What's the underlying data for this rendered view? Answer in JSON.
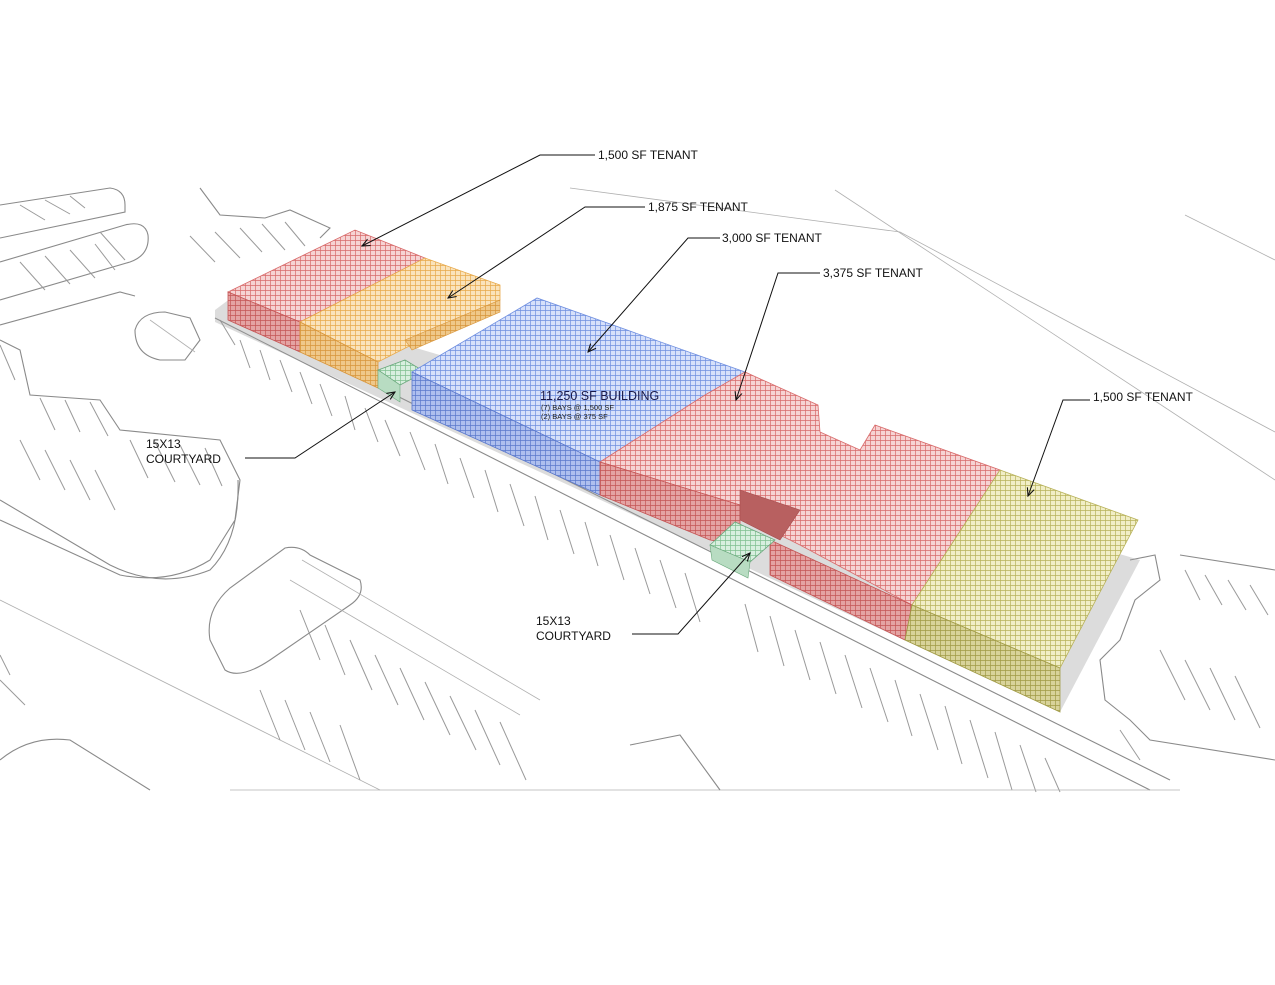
{
  "building": {
    "title": "11,250 SF BUILDING",
    "bays_line1": "(7) BAYS @ 1,500 SF",
    "bays_line2": "(2) BAYS @ 375 SF"
  },
  "callouts": {
    "tenant_a": "1,500 SF TENANT",
    "tenant_b": "1,875 SF TENANT",
    "tenant_c": "3,000 SF TENANT",
    "tenant_d": "3,375 SF TENANT",
    "tenant_e": "1,500 SF TENANT",
    "courtyard_left_line1": "15X13",
    "courtyard_left_line2": "COURTYARD",
    "courtyard_right_line1": "15X13",
    "courtyard_right_line2": "COURTYARD"
  },
  "colors": {
    "tenant_red": "#e07a7a",
    "tenant_orange": "#f0b45a",
    "tenant_blue": "#6f8fe0",
    "tenant_olive": "#b8b25a",
    "courtyard_green": "#8fcfa0"
  }
}
